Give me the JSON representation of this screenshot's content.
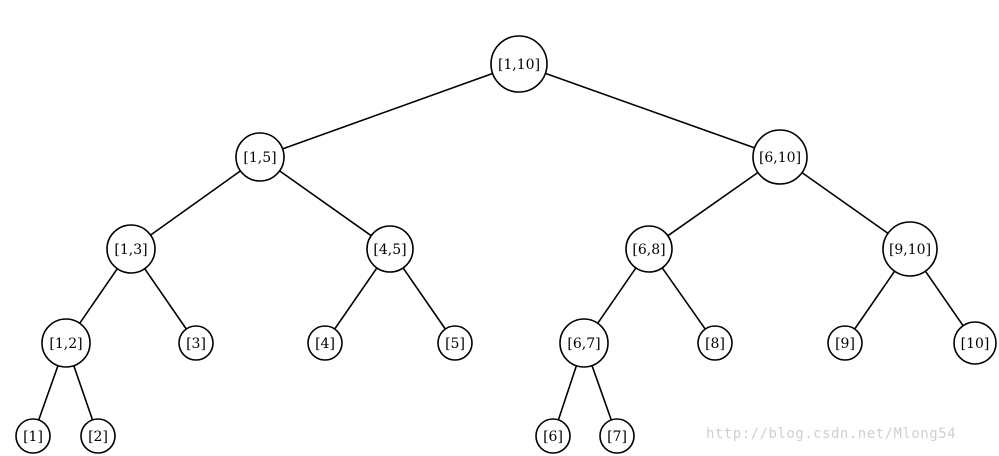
{
  "tree": {
    "nodes": [
      {
        "id": "1-10",
        "label": "[1,10]"
      },
      {
        "id": "1-5",
        "label": "[1,5]"
      },
      {
        "id": "6-10",
        "label": "[6,10]"
      },
      {
        "id": "1-3",
        "label": "[1,3]"
      },
      {
        "id": "4-5",
        "label": "[4,5]"
      },
      {
        "id": "6-8",
        "label": "[6,8]"
      },
      {
        "id": "9-10",
        "label": "[9,10]"
      },
      {
        "id": "1-2",
        "label": "[1,2]"
      },
      {
        "id": "3",
        "label": "[3]"
      },
      {
        "id": "4",
        "label": "[4]"
      },
      {
        "id": "5",
        "label": "[5]"
      },
      {
        "id": "6-7",
        "label": "[6,7]"
      },
      {
        "id": "8",
        "label": "[8]"
      },
      {
        "id": "9",
        "label": "[9]"
      },
      {
        "id": "10",
        "label": "[10]"
      },
      {
        "id": "1",
        "label": "[1]"
      },
      {
        "id": "2",
        "label": "[2]"
      },
      {
        "id": "6",
        "label": "[6]"
      },
      {
        "id": "7",
        "label": "[7]"
      }
    ],
    "edges": [
      [
        "1-10",
        "1-5"
      ],
      [
        "1-10",
        "6-10"
      ],
      [
        "1-5",
        "1-3"
      ],
      [
        "1-5",
        "4-5"
      ],
      [
        "6-10",
        "6-8"
      ],
      [
        "6-10",
        "9-10"
      ],
      [
        "1-3",
        "1-2"
      ],
      [
        "1-3",
        "3"
      ],
      [
        "4-5",
        "4"
      ],
      [
        "4-5",
        "5"
      ],
      [
        "6-8",
        "6-7"
      ],
      [
        "6-8",
        "8"
      ],
      [
        "9-10",
        "9"
      ],
      [
        "9-10",
        "10"
      ],
      [
        "1-2",
        "1"
      ],
      [
        "1-2",
        "2"
      ],
      [
        "6-7",
        "6"
      ],
      [
        "6-7",
        "7"
      ]
    ]
  },
  "watermark": "http://blog.csdn.net/Mlong54"
}
